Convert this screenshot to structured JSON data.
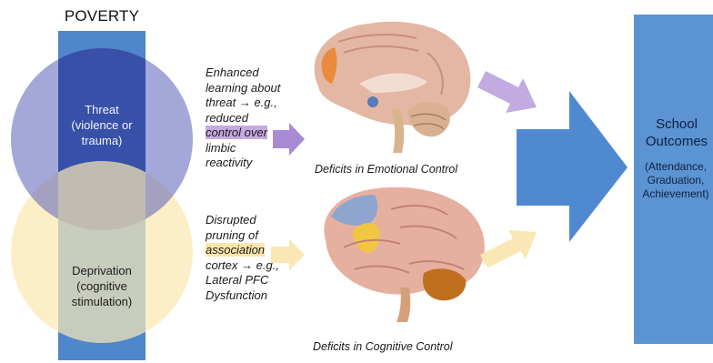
{
  "poverty": {
    "title": "POVERTY"
  },
  "threat": {
    "label": "Threat\n(violence or\ntrauma)"
  },
  "deprivation": {
    "label": "Deprivation\n(cognitive\nstimulation)"
  },
  "threat_mechanism": {
    "line1": "Enhanced",
    "line2": "learning about",
    "line3": "threat → e.g.,",
    "line4": "reduced",
    "line5": "control over",
    "line6": "limbic",
    "line7": "reactivity"
  },
  "deprivation_mechanism": {
    "line1": "Disrupted",
    "line2": "pruning of",
    "line3": "association",
    "line4": "cortex → e.g.,",
    "line5": "Lateral PFC",
    "line6": "Dysfunction"
  },
  "emotional_deficit": {
    "caption": "Deficits in Emotional Control"
  },
  "cognitive_deficit": {
    "caption": "Deficits in Cognitive Control"
  },
  "outcomes": {
    "title": "School\nOutcomes",
    "detail": "(Attendance,\nGraduation,\nAchievement)"
  },
  "colors": {
    "poverty_bar": "#4f86cc",
    "threat_circle": "#3b46a8",
    "deprivation_circle": "#fbe9b5",
    "purple_arrow": "#a98bd4",
    "yellow_arrow": "#fbe7b4",
    "big_arrow": "#4f8ad0",
    "outcomes_box": "#5b93d3"
  }
}
